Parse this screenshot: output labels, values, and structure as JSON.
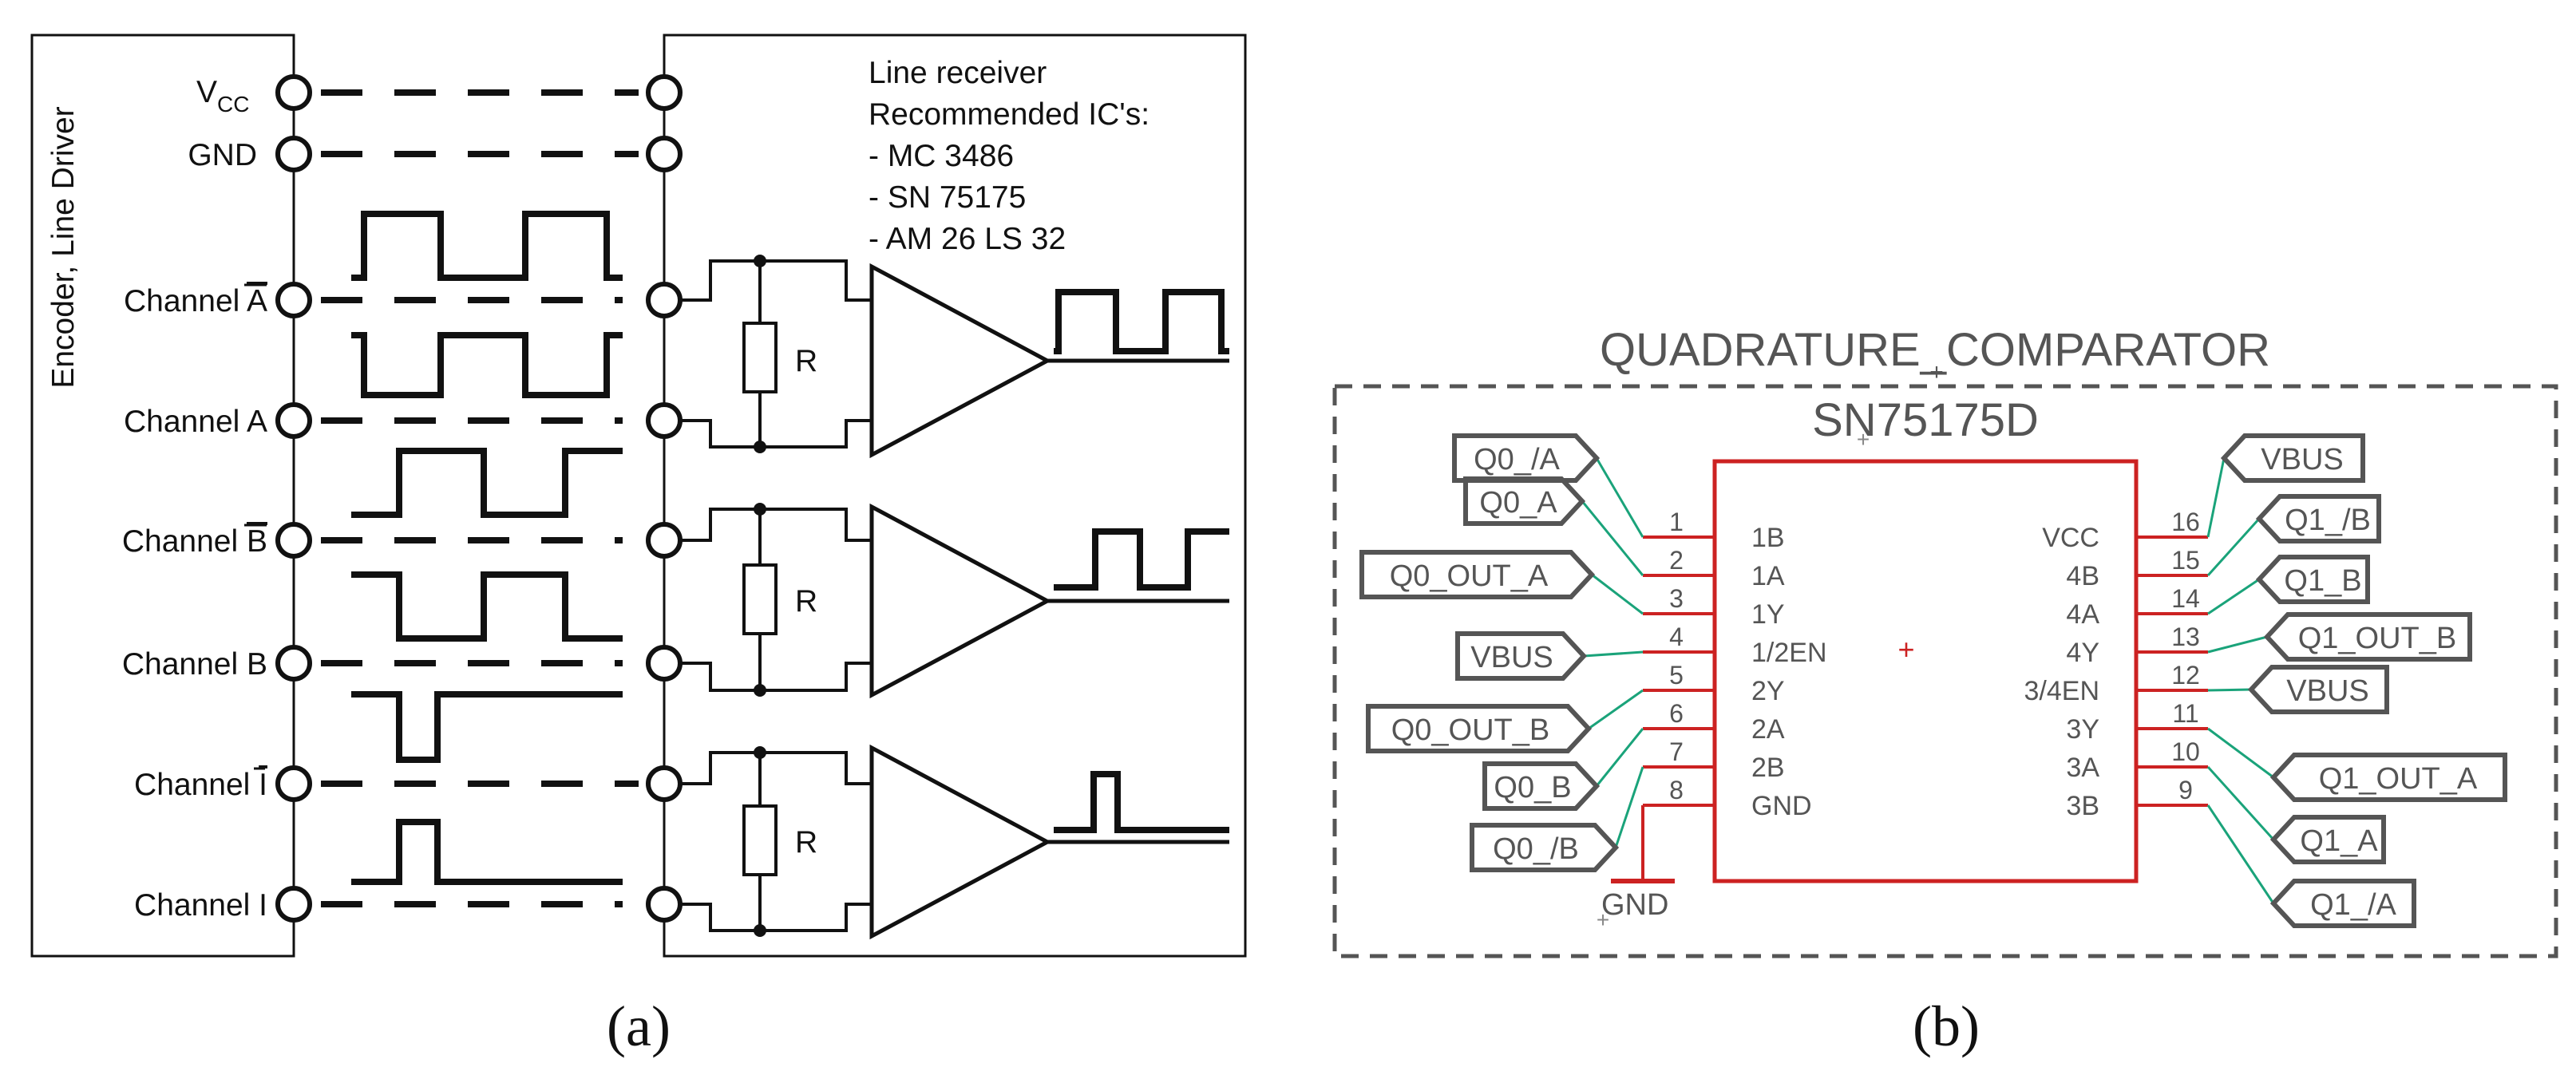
{
  "panel_a": {
    "vertical_title": "Encoder, Line Driver",
    "vcc_main": "V",
    "vcc_sub": "CC",
    "gnd": "GND",
    "receiver_note": [
      "Line receiver",
      "Recommended IC's:",
      "- MC 3486",
      "- SN 75175",
      "- AM 26 LS 32"
    ],
    "channels": [
      {
        "prefix": "Channel ",
        "letter": "A",
        "overline": true
      },
      {
        "prefix": "Channel ",
        "letter": "A",
        "overline": false
      },
      {
        "prefix": "Channel ",
        "letter": "B",
        "overline": true
      },
      {
        "prefix": "Channel ",
        "letter": "B",
        "overline": false
      },
      {
        "prefix": "Channel ",
        "letter": "I",
        "overline": true
      },
      {
        "prefix": "Channel ",
        "letter": "I",
        "overline": false
      }
    ],
    "resistor_label": "R",
    "caption": "(a)"
  },
  "panel_b": {
    "title": "QUADRATURE_COMPARATOR",
    "chip_name": "SN75175D",
    "left_pins": [
      {
        "num": "1",
        "name": "1B"
      },
      {
        "num": "2",
        "name": "1A"
      },
      {
        "num": "3",
        "name": "1Y"
      },
      {
        "num": "4",
        "name": "1/2EN"
      },
      {
        "num": "5",
        "name": "2Y"
      },
      {
        "num": "6",
        "name": "2A"
      },
      {
        "num": "7",
        "name": "2B"
      },
      {
        "num": "8",
        "name": "GND"
      }
    ],
    "right_pins": [
      {
        "num": "16",
        "name": "VCC"
      },
      {
        "num": "15",
        "name": "4B"
      },
      {
        "num": "14",
        "name": "4A"
      },
      {
        "num": "13",
        "name": "4Y"
      },
      {
        "num": "12",
        "name": "3/4EN"
      },
      {
        "num": "11",
        "name": "3Y"
      },
      {
        "num": "10",
        "name": "3A"
      },
      {
        "num": "9",
        "name": "3B"
      }
    ],
    "left_flags": [
      "Q0_/A",
      "Q0_A",
      "Q0_OUT_A",
      "VBUS",
      "Q0_OUT_B",
      "Q0_B",
      "Q0_/B"
    ],
    "right_flags": [
      "VBUS",
      "Q1_/B",
      "Q1_B",
      "Q1_OUT_B",
      "VBUS",
      "Q1_OUT_A",
      "Q1_A",
      "Q1_/A"
    ],
    "gnd_label": "GND",
    "caption": "(b)",
    "colors": {
      "chip": "#cc2222",
      "wire": "#1aa37a",
      "frame": "#555555"
    }
  }
}
